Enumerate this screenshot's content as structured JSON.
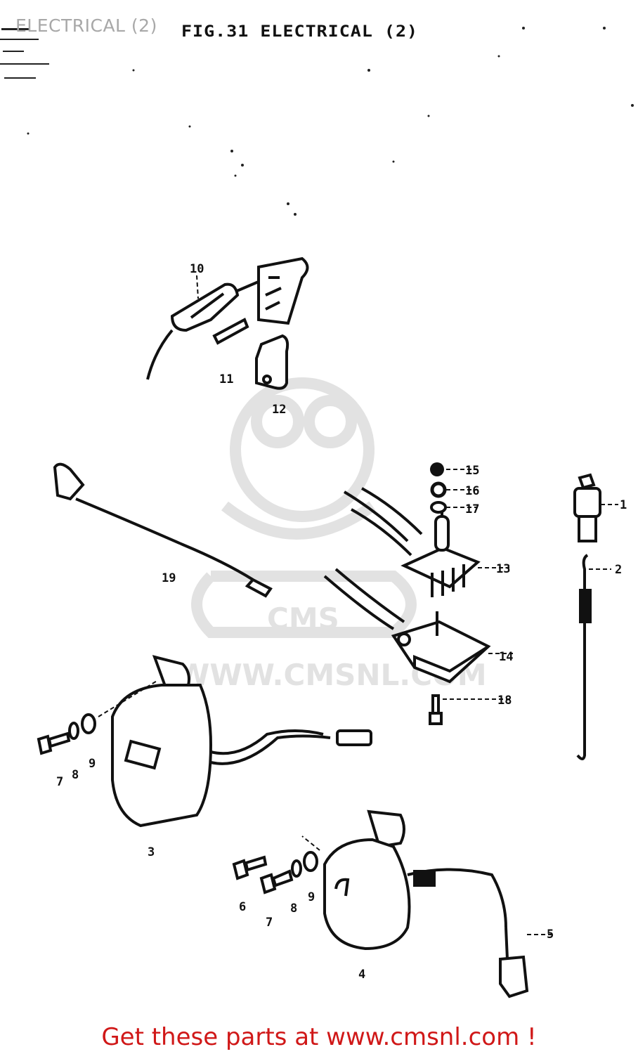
{
  "header": {
    "title": "ELECTRICAL (2)",
    "figure_title": "FIG.31  ELECTRICAL (2)"
  },
  "watermark": {
    "logo_text": "CMS",
    "url_text": "WWW.CMSNL.COM"
  },
  "callouts": [
    "1",
    "2",
    "3",
    "4",
    "5",
    "6",
    "7",
    "8",
    "9",
    "10",
    "11",
    "12",
    "13",
    "14",
    "15",
    "16",
    "17",
    "18",
    "19"
  ],
  "extra_callouts": [
    "6",
    "7",
    "8",
    "9"
  ],
  "footer": {
    "link_text": "Get these parts at www.cmsnl.com !"
  },
  "colors": {
    "ink": "#111111",
    "header_grey": "#a8a8a8",
    "watermark_grey": "#e2e2e2",
    "footer_red": "#d01818"
  }
}
